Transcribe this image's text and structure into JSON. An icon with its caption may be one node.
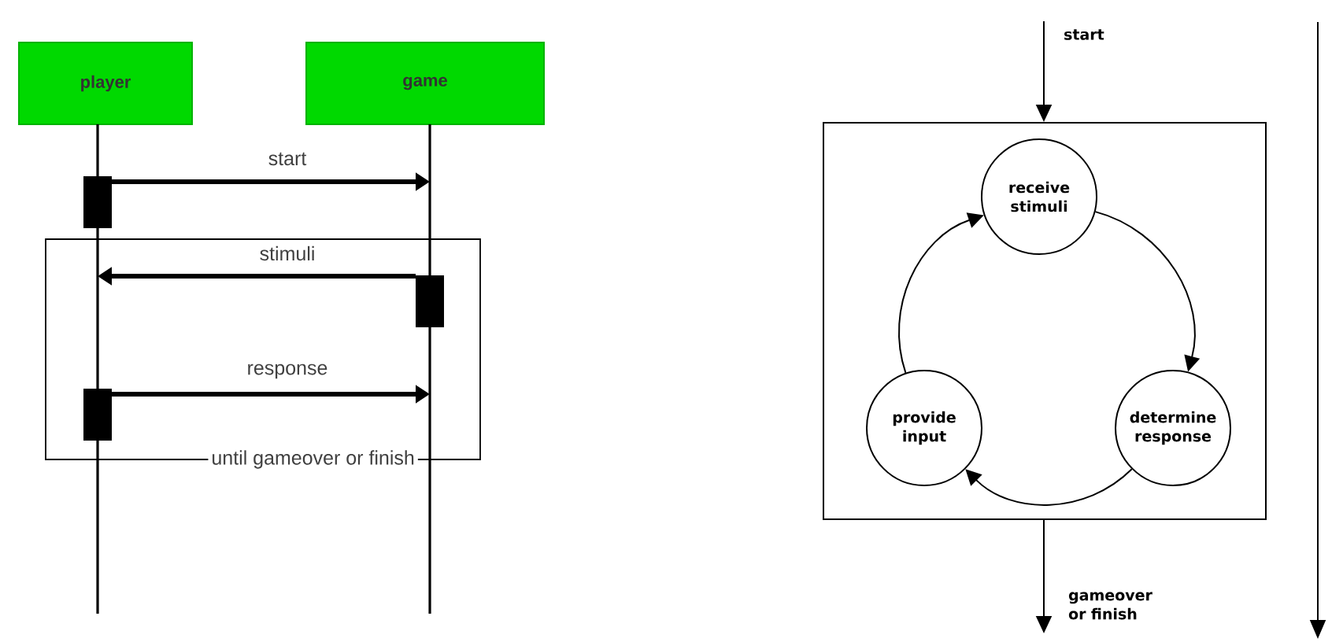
{
  "diagram": {
    "nodes": [
      {
        "text": [
          "player"
        ]
      },
      {
        "text": [
          "game"
        ]
      },
      {
        "text": [],
        "shape": "box"
      },
      {
        "text": [
          "receive stimuli"
        ],
        "in": 2
      },
      {
        "text": [
          "determine response"
        ],
        "in": 2
      },
      {
        "text": [
          "provide input"
        ],
        "in": 2
      }
    ],
    "edges": [
      {
        "from": 0,
        "to": 1,
        "arrow": "to",
        "label": "start",
        "style": "thick"
      },
      {
        "from": 1,
        "to": 0,
        "arrow": "to",
        "label": "stimuli",
        "style": "thick"
      },
      {
        "from": 0,
        "to": 1,
        "arrow": "to",
        "label": "response",
        "style": "thick"
      },
      {
        "from": null,
        "to": 2,
        "arrow": "to",
        "label": "start"
      },
      {
        "from": 2,
        "to": null,
        "arrow": "to",
        "label": "gameover or finish"
      },
      {
        "from": 3,
        "to": 4,
        "arrow": "to"
      },
      {
        "from": 4,
        "to": 5,
        "arrow": "to"
      },
      {
        "from": 5,
        "to": 3,
        "arrow": "to"
      }
    ],
    "labels": [
      "until gameover or finish"
    ]
  }
}
